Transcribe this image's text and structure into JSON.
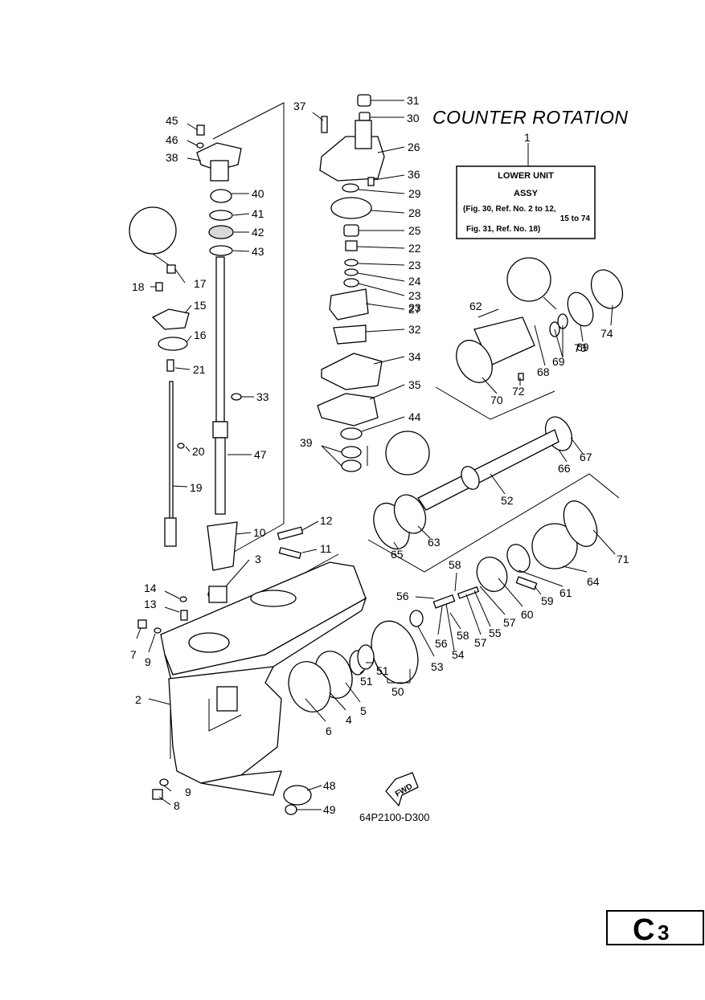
{
  "heading": "COUNTER ROTATION",
  "assy_box": {
    "ref": "1",
    "line1": "LOWER UNIT",
    "line2": "ASSY",
    "line3": "(Fig. 30, Ref. No. 2 to 12,",
    "line4": "15 to 74",
    "line5": "Fig. 31, Ref. No. 18)"
  },
  "drawing_code": "64P2100-D300",
  "fwd_label": "FWD",
  "page_id": {
    "letter": "C",
    "number": "3"
  },
  "callouts": [
    "2",
    "3",
    "4",
    "5",
    "6",
    "7",
    "8",
    "9",
    "9",
    "10",
    "11",
    "12",
    "13",
    "14",
    "15",
    "16",
    "17",
    "18",
    "19",
    "20",
    "21",
    "22",
    "23",
    "23",
    "23",
    "24",
    "25",
    "26",
    "27",
    "28",
    "29",
    "30",
    "31",
    "32",
    "33",
    "34",
    "35",
    "36",
    "37",
    "38",
    "39",
    "40",
    "41",
    "42",
    "43",
    "44",
    "45",
    "46",
    "47",
    "48",
    "49",
    "50",
    "51",
    "51",
    "52",
    "53",
    "54",
    "55",
    "56",
    "56",
    "57",
    "57",
    "58",
    "58",
    "59",
    "60",
    "61",
    "62",
    "63",
    "64",
    "65",
    "66",
    "67",
    "68",
    "69",
    "69",
    "70",
    "71",
    "72",
    "73",
    "74"
  ]
}
